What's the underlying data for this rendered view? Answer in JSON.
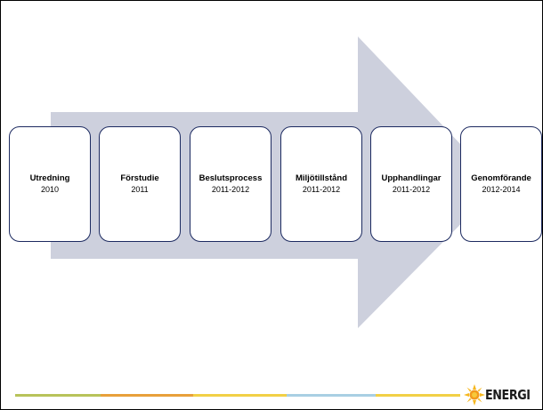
{
  "steps": [
    {
      "title": "Utredning",
      "years": "2010"
    },
    {
      "title": "Förstudie",
      "years": "2011"
    },
    {
      "title": "Beslutsprocess",
      "years": "2011-2012"
    },
    {
      "title": "Miljötillstånd",
      "years": "2011-2012"
    },
    {
      "title": "Upphandlingar",
      "years": "2011-2012"
    },
    {
      "title": "Genomförande",
      "years": "2012-2014"
    }
  ],
  "colors": {
    "arrow": "#cdd0dd",
    "box_border": "#1c2a60",
    "footer_segments": [
      "#b8c35a",
      "#e8a03a",
      "#f2d046",
      "#a9cfe3",
      "#f2d046"
    ]
  },
  "logo": {
    "text": "ENERGI",
    "icon": "sun-icon"
  }
}
